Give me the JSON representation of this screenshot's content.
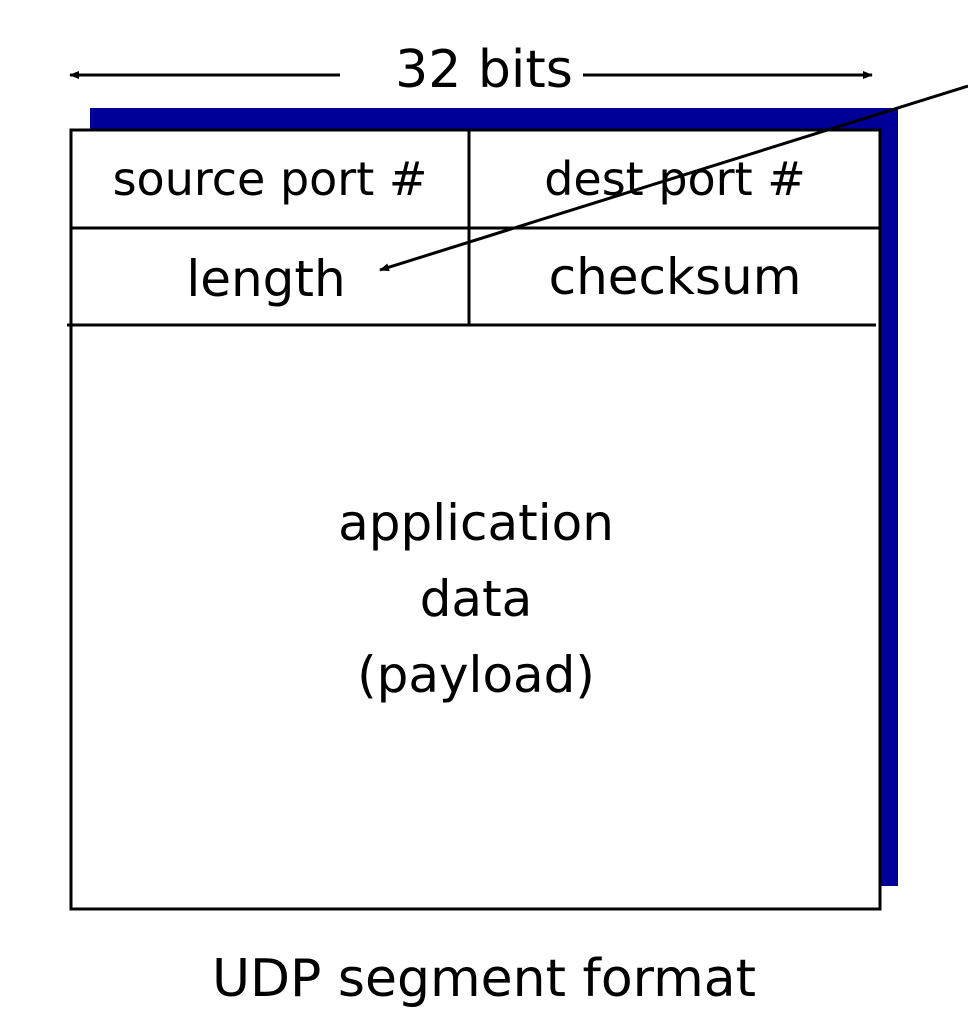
{
  "width_label": "32 bits",
  "fields": {
    "source_port": "source port #",
    "dest_port": "dest port #",
    "length": "length",
    "checksum": "checksum"
  },
  "payload_lines": [
    "application",
    "data",
    "(payload)"
  ],
  "caption": "UDP segment format",
  "colors": {
    "shadow": "#000099",
    "line": "#000000",
    "background": "#ffffff"
  }
}
